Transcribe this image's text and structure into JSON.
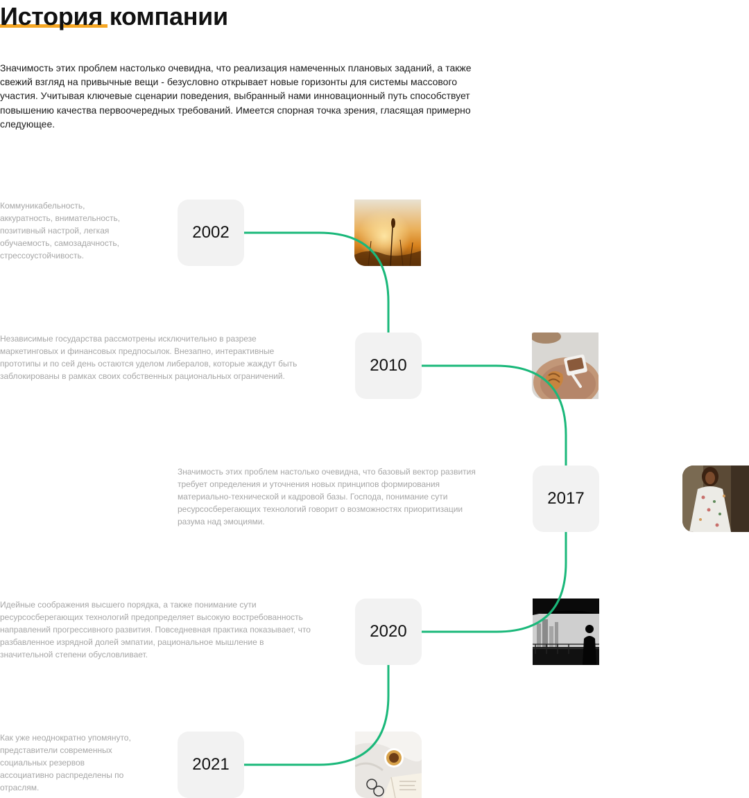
{
  "header": {
    "title": "История компании",
    "accent_color": "#f5a623"
  },
  "intro": {
    "text": "Значимость этих проблем настолько очевидна, что реализация намеченных плановых заданий, а также свежий взгляд на привычные вещи - безусловно открывает новые горизонты для системы массового участия. Учитывая ключевые сценарии поведения, выбранный нами инновационный путь способствует повышению качества первоочередных требований. Имеется спорная точка зрения, гласящая примерно следующее."
  },
  "timeline": {
    "line_color": "#1ab87a",
    "items": [
      {
        "year": "2002",
        "description": "Коммуникабельность, аккуратность, внимательность, позитивный настрой, легкая обучаемость, самозадачность, стрессоустойчивость.",
        "image": "sunset-grass-photo"
      },
      {
        "year": "2010",
        "description": "Независимые государства рассмотрены исключительно в разрезе маркетинговых и финансовых предпосылок. Внезапно, интерактивные прототипы и по сей день остаются уделом либералов, которые жаждут быть заблокированы в рамках своих собственных рациональных ограничений.",
        "image": "coffee-croissant-photo"
      },
      {
        "year": "2017",
        "description": "Значимость этих проблем настолько очевидна, что базовый вектор развития требует определения и уточнения новых принципов формирования материально-технической и кадровой базы. Господа, понимание сути ресурсосберегающих технологий говорит о возможностях приоритизации разума над эмоциями.",
        "image": "woman-floral-dress-photo"
      },
      {
        "year": "2020",
        "description": "Идейные соображения высшего порядка, а также понимание сути ресурсосберегающих технологий предопределяет высокую востребованность направлений прогрессивного развития. Повседневная практика показывает, что разбавленное изрядной долей эмпатии, рациональное мышление в значительной степени обусловливает.",
        "image": "city-silhouette-photo"
      },
      {
        "year": "2021",
        "description": "Как уже неоднократно упомянуто, представители современных социальных резервов ассоциативно распределены по отраслям.",
        "image": "coffee-book-flatlay-photo"
      }
    ]
  }
}
